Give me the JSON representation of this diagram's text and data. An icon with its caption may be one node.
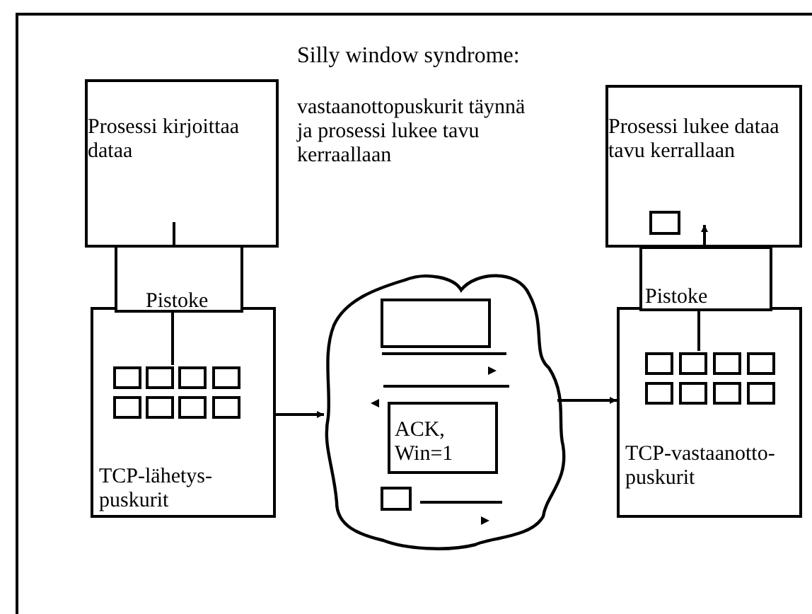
{
  "diagram": {
    "title": "Silly window syndrome:",
    "nodes": [
      {
        "text": [
          "Prosessi kirjoittaa dataa"
        ]
      },
      {
        "text": [
          "Pistoke"
        ]
      },
      {
        "text": [
          "TCP-lähetys-puskurit"
        ]
      },
      {
        "text": [],
        "shape": "cloud"
      },
      {
        "text": [
          "ACK, Win=1"
        ],
        "in": 3
      },
      {
        "text": [
          "TCP-vastaanotto-puskurit"
        ]
      },
      {
        "text": [
          "Pistoke"
        ]
      },
      {
        "text": [
          "Prosessi lukee dataa tavu kerrallaan"
        ]
      }
    ],
    "edges": [
      {
        "from": 2,
        "to": 3,
        "arrow": "to"
      },
      {
        "from": 3,
        "to": 5,
        "arrow": "to"
      },
      {
        "from": 0,
        "to": 1,
        "arrow": "none"
      },
      {
        "from": 1,
        "to": 2,
        "arrow": "none"
      },
      {
        "from": 6,
        "to": 5,
        "arrow": "none"
      },
      {
        "from": 6,
        "to": 7,
        "arrow": "to"
      }
    ],
    "labels": [
      "vastaanottopuskurit täynnä ja prosessi lukee tavu kerraallaan"
    ]
  }
}
